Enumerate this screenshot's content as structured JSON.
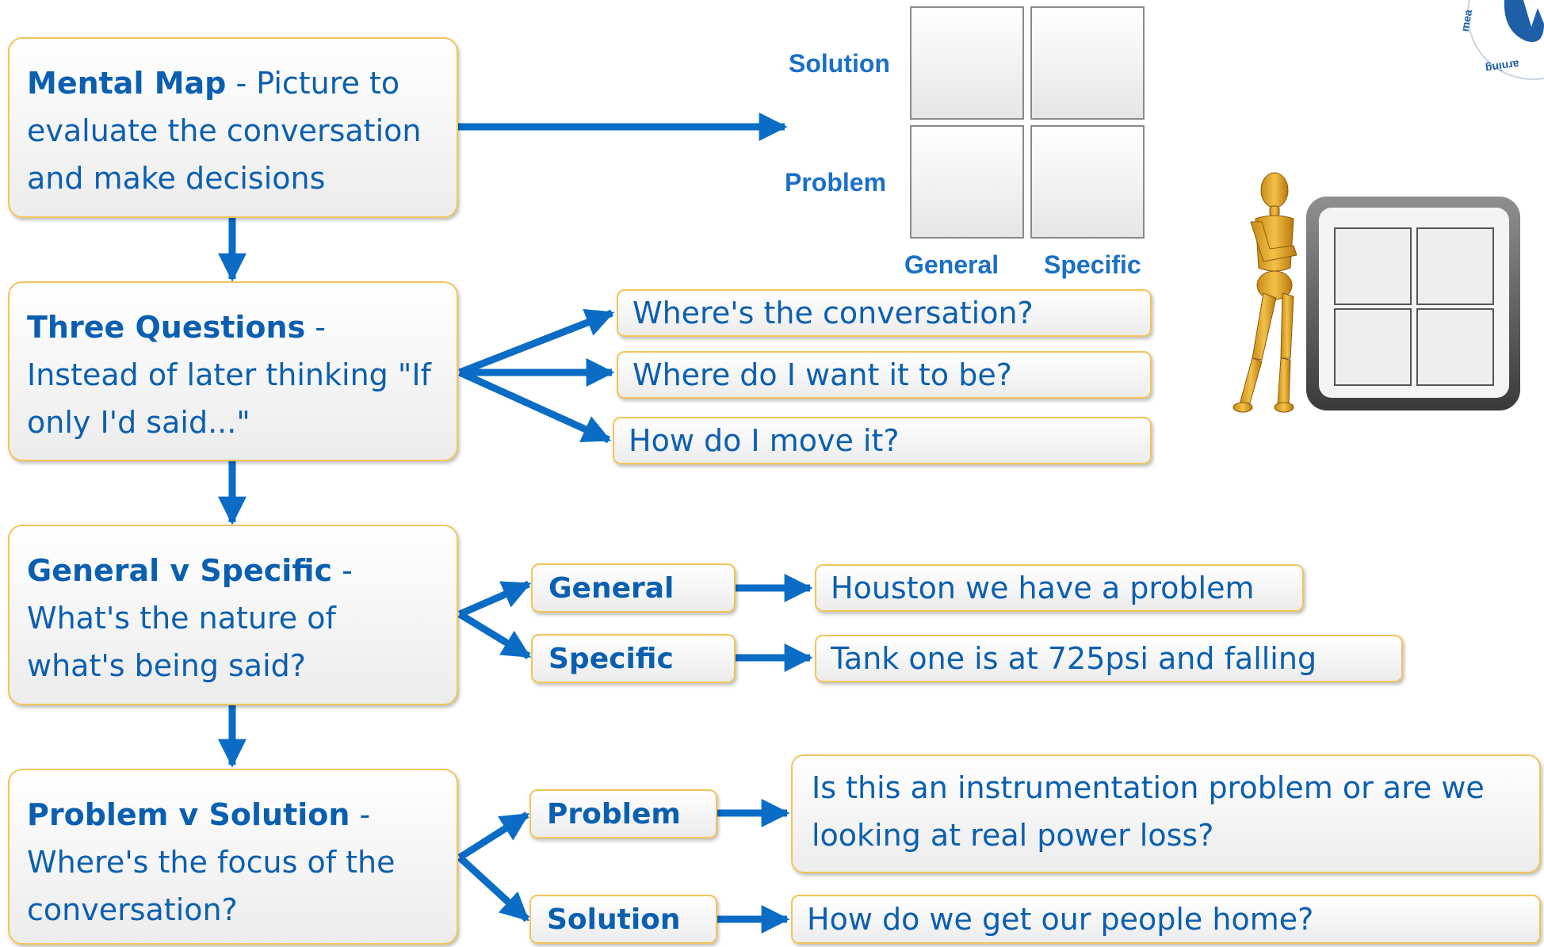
{
  "steps": [
    {
      "title": "Mental Map",
      "sep": " - ",
      "text": "Picture to evaluate the conversation and make decisions"
    },
    {
      "title": "Three Questions",
      "sep": " - ",
      "text": "Instead of later thinking \"If only I'd said...\""
    },
    {
      "title": "General v Specific",
      "sep": " - ",
      "text": "What's the nature of what's being said?"
    },
    {
      "title": "Problem v Solution",
      "sep": " - ",
      "text": "Where's the focus of the conversation?"
    }
  ],
  "grid_labels": {
    "solution": "Solution",
    "problem": "Problem",
    "general": "General",
    "specific": "Specific"
  },
  "questions": [
    "Where's the conversation?",
    "Where do I want it to be?",
    "How do I move it?"
  ],
  "general_specific": [
    {
      "tag": "General",
      "example": "Houston we have a problem"
    },
    {
      "tag": "Specific",
      "example": "Tank one is at 725psi and falling"
    }
  ],
  "problem_solution": [
    {
      "tag": "Problem",
      "example": "Is this an instrumentation problem or are we looking at real power loss?"
    },
    {
      "tag": "Solution",
      "example": "How do we get our people home?"
    }
  ],
  "logo": {
    "fragment_top": "mea",
    "fragment_bottom": "arning"
  },
  "colors": {
    "blue": "#0b5fb0",
    "border": "#f2c45a"
  }
}
